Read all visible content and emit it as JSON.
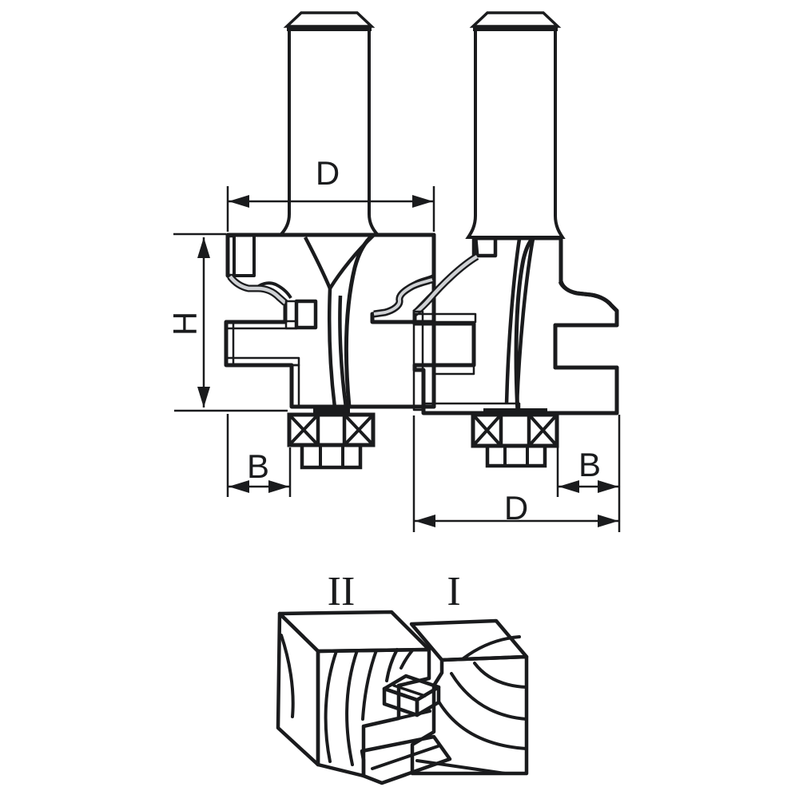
{
  "figure": {
    "title_semantic": "tongue-and-groove router bit pair diagram",
    "colors": {
      "background": "#ffffff",
      "line": "#1a1b1d",
      "body_gray": "#cfd1d4",
      "shank_dark": "#6f7073",
      "shank_light": "#fafafa"
    },
    "dimension_labels": {
      "top_diameter": "D",
      "cutter_height": "H",
      "left_cut_width": "B",
      "right_cut_width": "B",
      "bottom_diameter": "D"
    },
    "piece_labels": {
      "left_block": "II",
      "right_block": "I"
    }
  }
}
